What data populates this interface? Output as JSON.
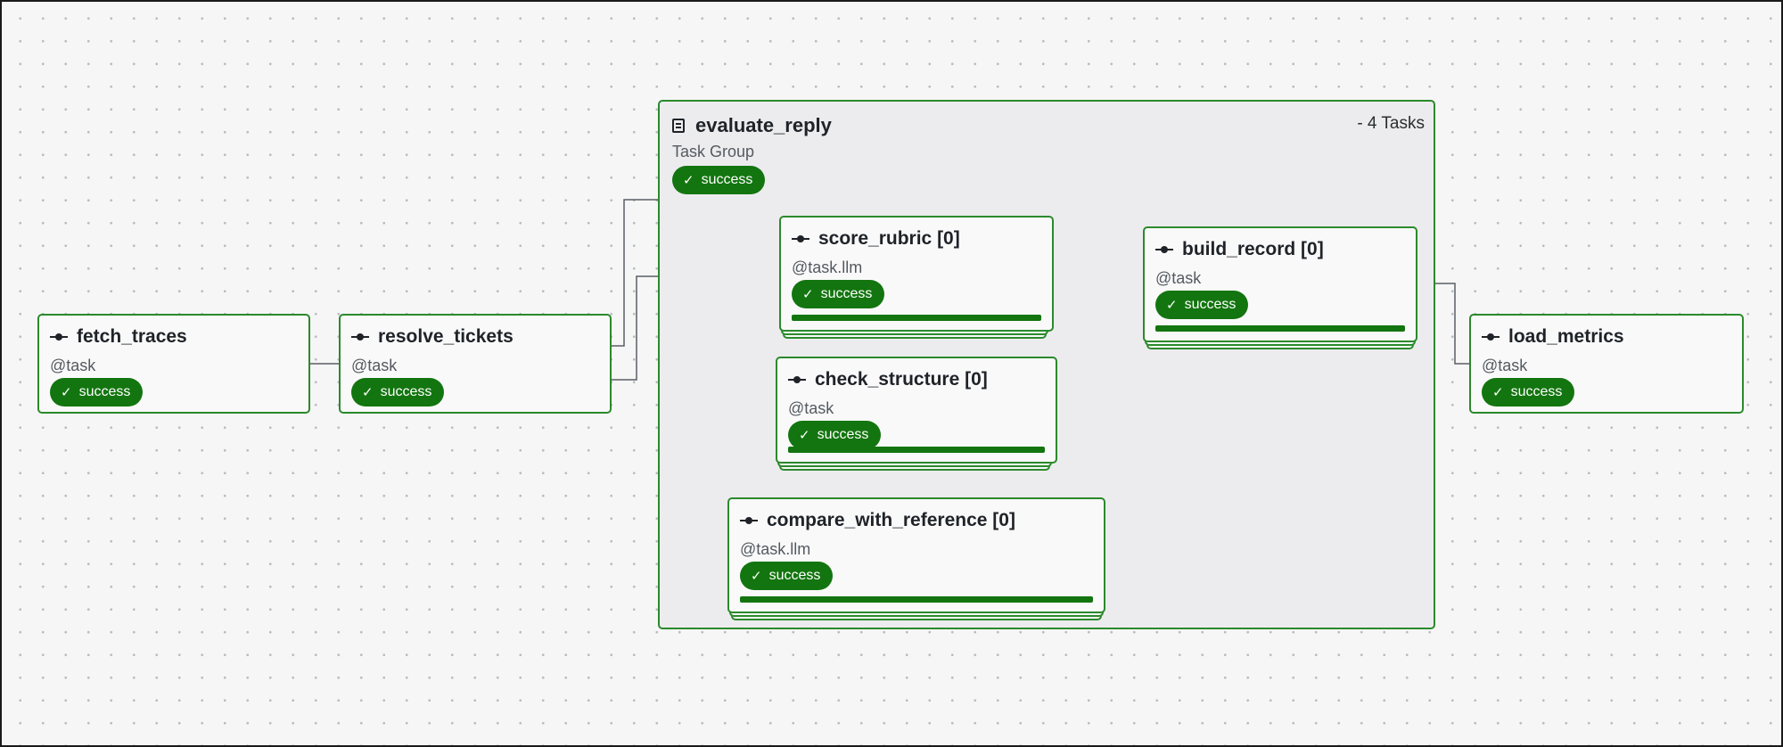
{
  "group": {
    "name": "evaluate_reply",
    "type_label": "Task Group",
    "task_count": "- 4 Tasks",
    "status": "success",
    "icon": "task-group-icon"
  },
  "nodes": {
    "fetch_traces": {
      "label": "fetch_traces",
      "operator": "@task",
      "status": "success"
    },
    "resolve_tickets": {
      "label": "resolve_tickets",
      "operator": "@task",
      "status": "success"
    },
    "score_rubric": {
      "label": "score_rubric [0]",
      "operator": "@task.llm",
      "status": "success"
    },
    "check_structure": {
      "label": "check_structure [0]",
      "operator": "@task",
      "status": "success"
    },
    "compare_with_reference": {
      "label": "compare_with_reference [0]",
      "operator": "@task.llm",
      "status": "success"
    },
    "build_record": {
      "label": "build_record [0]",
      "operator": "@task",
      "status": "success"
    },
    "load_metrics": {
      "label": "load_metrics",
      "operator": "@task",
      "status": "success"
    }
  },
  "colors": {
    "success": "#13750f",
    "node_border": "#2b8a2b",
    "edge": "#5a5e63"
  },
  "icons": {
    "task": "task-icon",
    "status": "check-icon"
  }
}
